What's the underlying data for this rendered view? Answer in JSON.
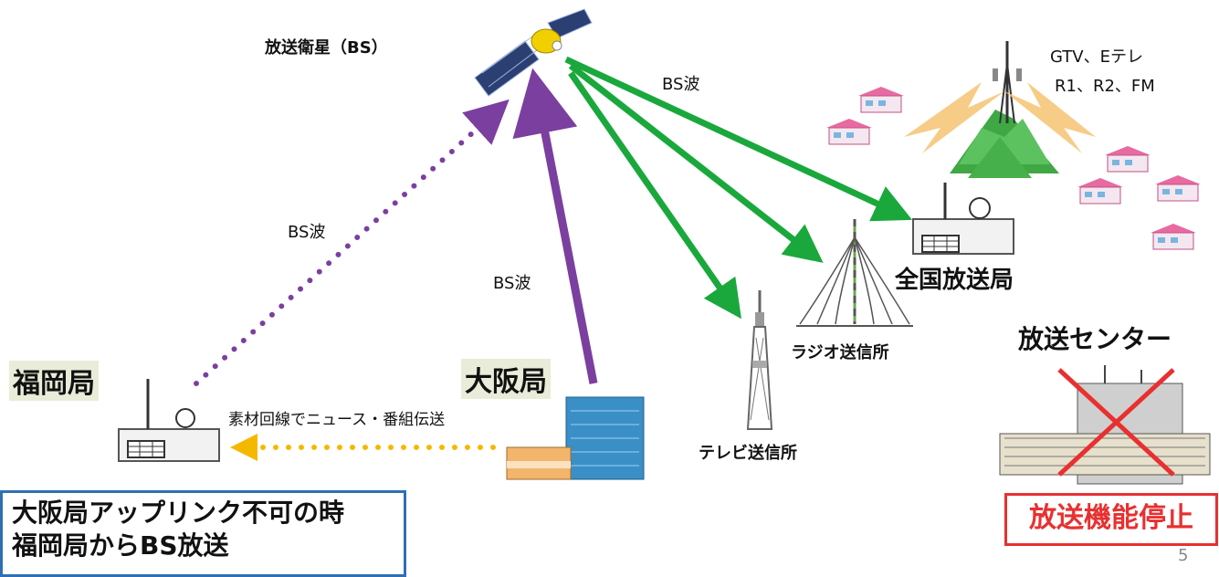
{
  "labels": {
    "satellite": "放送衛星（BS）",
    "bs_wave_green": "BS波",
    "bs_wave_left": "BS波",
    "bs_wave_center": "BS波",
    "tv_channels_line1": "GTV、Eテレ",
    "tv_channels_line2": "R1、R2、FM",
    "national_station": "全国放送局",
    "radio_station": "ラジオ送信所",
    "tv_station": "テレビ送信所",
    "broadcast_center": "放送センター",
    "fukuoka": "福岡局",
    "osaka": "大阪局",
    "material_line": "素材回線でニュース・番組伝送",
    "note_line1": "大阪局アップリンク不可の時",
    "note_line2": "福岡局からBS放送",
    "stop": "放送機能停止",
    "page_number": "5"
  },
  "colors": {
    "purple_arrow": "#7b3fa0",
    "green_arrow": "#1aa83c",
    "yellow_arrow": "#f5b800",
    "red_cross": "#e83030",
    "note_border": "#2f6fb5",
    "label_bg": "#e8ecd8"
  }
}
